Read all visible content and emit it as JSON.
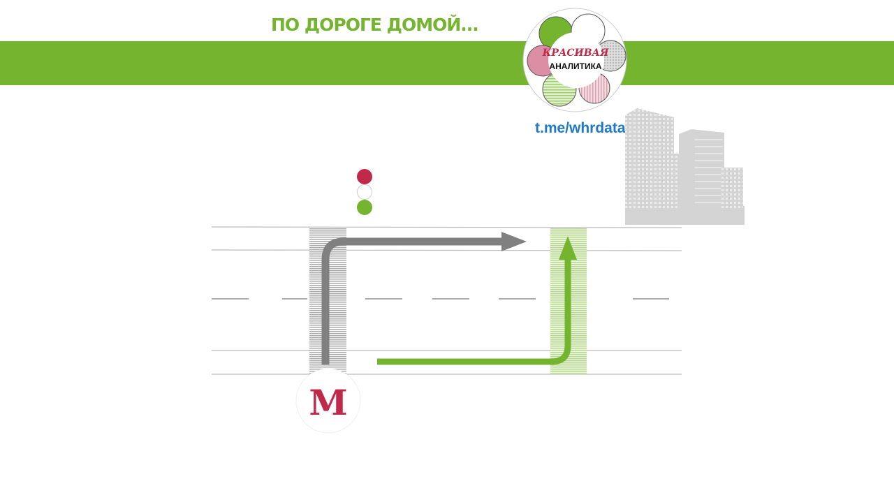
{
  "header": {
    "title": "ПО ДОРОГЕ ДОМОЙ..."
  },
  "logo": {
    "line1": "КРАСИВАЯ",
    "line2": "АНАЛИТИКА"
  },
  "link": "t.me/whrdata",
  "metro_letter": "M",
  "colors": {
    "green": "#74b42f",
    "red": "#c0294a",
    "gray": "#808080",
    "blue": "#1f78c8"
  }
}
